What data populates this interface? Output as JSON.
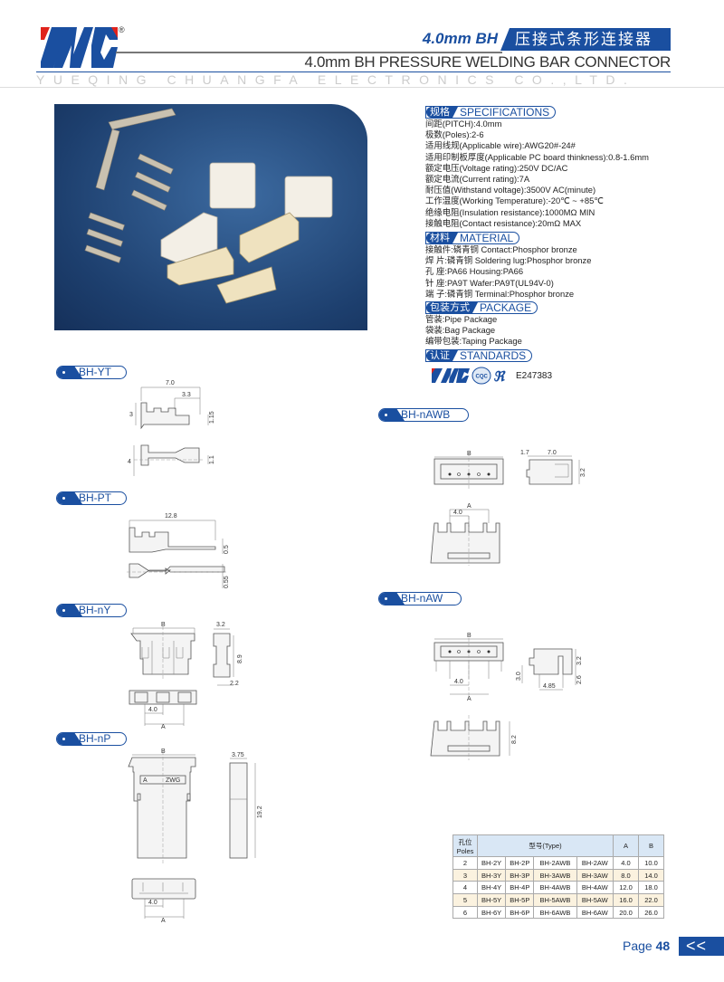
{
  "header": {
    "brand": "ZWG",
    "registered": "®",
    "title_short": "4.0mm  BH",
    "title_cn": "压接式条形连接器",
    "subtitle": "4.0mm BH PRESSURE WELDING  BAR CONNECTOR",
    "company": "YUEQING CHUANGFA ELECTRONICS CO.,LTD."
  },
  "specs": {
    "specifications": {
      "cn": "规格",
      "en": "SPECIFICATIONS",
      "lines": [
        "间距(PITCH):4.0mm",
        "极数(Poles):2-6",
        "适用线规(Applicable wire):AWG20#-24#",
        "适用印制板厚度(Applicable PC board thinkness):0.8-1.6mm",
        "额定电压(Voltage rating):250V DC/AC",
        "额定电流(Current rating):7A",
        "耐压值(Withstand voltage):3500V AC(minute)",
        "工作温度(Working Temperature):-20℃ ~ +85℃",
        "绝缘电阻(Insulation resistance):1000MΩ MIN",
        "接触电阻(Contact resistance):20mΩ MAX"
      ]
    },
    "material": {
      "cn": "材料",
      "en": "MATERIAL",
      "lines": [
        "接触件:磷青铜 Contact:Phosphor bronze",
        "焊  片:磷青铜 Soldering lug:Phosphor bronze",
        "孔  座:PA66  Housing:PA66",
        "针  座:PA9T  Wafer:PA9T(UL94V-0)",
        "端  子:磷青铜 Terminal:Phosphor bronze"
      ]
    },
    "package": {
      "cn": "包装方式",
      "en": "PACKAGE",
      "lines": [
        "管装:Pipe Package",
        "袋装:Bag Package",
        "编带包装:Taping Package"
      ]
    },
    "standards": {
      "cn": "认证",
      "en": "STANDARDS",
      "logos": [
        "ZWG",
        "CQC",
        "UL"
      ],
      "cert": "E247383"
    }
  },
  "drawings": {
    "bh_yt": {
      "label": "BH-YT",
      "dims": [
        "7.0",
        "3.3",
        "3",
        "1.15",
        "4",
        "1.1"
      ]
    },
    "bh_pt": {
      "label": "BH-PT",
      "dims": [
        "12.8",
        "0.5",
        "0.55"
      ]
    },
    "bh_ny": {
      "label": "BH-nY",
      "dims": [
        "B",
        "3.2",
        "8.9",
        "2.2",
        "4.0",
        "A"
      ]
    },
    "bh_np": {
      "label": "BH-nP",
      "dims": [
        "B",
        "3.75",
        "19.2",
        "4.0",
        "A"
      ],
      "marking": [
        "A",
        "ZWG"
      ]
    },
    "bh_nawb": {
      "label": "BH-nAWB",
      "dims": [
        "B",
        "1.7",
        "7.0",
        "3.2",
        "A",
        "4.0"
      ]
    },
    "bh_naw": {
      "label": "BH-nAW",
      "dims": [
        "B",
        "3.2",
        "2.6",
        "3.0",
        "4.85",
        "4.0",
        "A",
        "8.2"
      ]
    }
  },
  "table": {
    "headers": {
      "poles_cn": "孔位",
      "poles_en": "Poles",
      "type": "型号(Type)",
      "a": "A",
      "b": "B"
    },
    "rows": [
      [
        "2",
        "BH-2Y",
        "BH-2P",
        "BH-2AWB",
        "BH-2AW",
        "4.0",
        "10.0"
      ],
      [
        "3",
        "BH-3Y",
        "BH-3P",
        "BH-3AWB",
        "BH-3AW",
        "8.0",
        "14.0"
      ],
      [
        "4",
        "BH-4Y",
        "BH-4P",
        "BH-4AWB",
        "BH-4AW",
        "12.0",
        "18.0"
      ],
      [
        "5",
        "BH-5Y",
        "BH-5P",
        "BH-5AWB",
        "BH-5AW",
        "16.0",
        "22.0"
      ],
      [
        "6",
        "BH-6Y",
        "BH-6P",
        "BH-6AWB",
        "BH-6AW",
        "20.0",
        "26.0"
      ]
    ]
  },
  "footer": {
    "page_label": "Page",
    "page_number": "48",
    "back": "<<"
  },
  "colors": {
    "brand_blue": "#1a4fa0",
    "brand_red": "#e0231c",
    "row_alt": "#fbf2df",
    "header_bg": "#d9e7f5"
  }
}
